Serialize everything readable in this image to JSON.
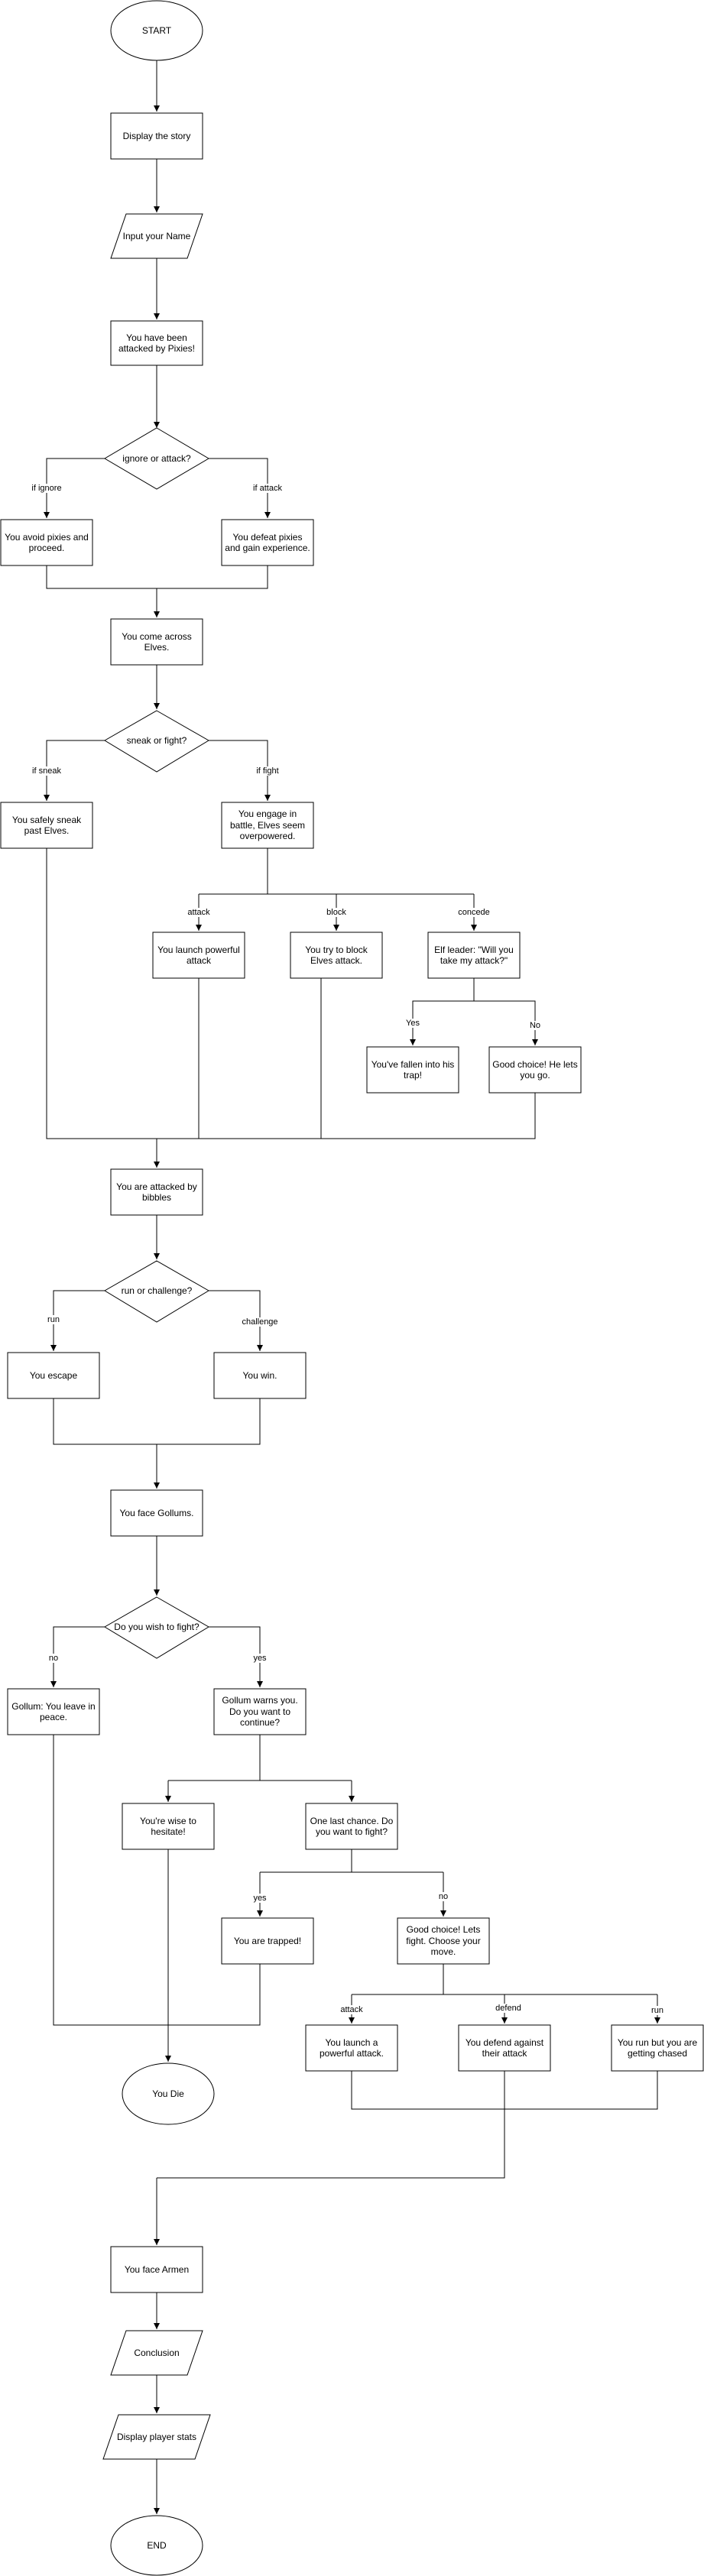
{
  "nodes": {
    "start": "START",
    "display_story": "Display the story",
    "input_name": "Input your Name",
    "pixies": "You have been attacked by Pixies!",
    "ignore_or_attack": "ignore or attack?",
    "avoid_pixies": "You avoid pixies and proceed.",
    "defeat_pixies": "You defeat pixies and gain experience.",
    "come_across_elves": "You come across Elves.",
    "sneak_or_fight": "sneak or fight?",
    "sneak_past": "You safely sneak past Elves.",
    "engage_battle": "You engage in battle, Elves seem overpowered.",
    "launch_powerful": "You launch powerful attack",
    "block_elves": "You try to block Elves attack.",
    "elf_leader": "Elf leader: \"Will you take my attack?\"",
    "fallen_trap": "You've fallen into his trap!",
    "good_choice_go": "Good choice! He lets you go.",
    "bibbles": "You are attacked by bibbles",
    "run_or_challenge": "run or challenge?",
    "escape": "You escape",
    "win": "You win.",
    "face_gollum": "You face Gollums.",
    "wish_fight": "Do you wish to fight?",
    "gollum_peace": "Gollum: You leave in peace.",
    "gollum_warns": "Gollum warns you. Do you want to continue?",
    "wise_hesitate": "You're wise to hesitate!",
    "last_chance": "One last chance. Do you want to fight?",
    "trapped": "You are trapped!",
    "good_choice_fight": "Good choice! Lets fight. Choose your move.",
    "launch_attack": "You launch a powerful attack.",
    "defend_attack": "You defend against their attack",
    "run_chased": "You run but you are getting chased",
    "you_die": "You Die",
    "face_armen": "You face Armen",
    "conclusion": "Conclusion",
    "display_stats": "Display player stats",
    "end": "END"
  },
  "edge_labels": {
    "if_ignore": "if ignore",
    "if_attack": "if attack",
    "if_sneak": "if sneak",
    "if_fight": "if fight",
    "attack1": "attack",
    "block": "block",
    "concede": "concede",
    "yes1": "Yes",
    "no1": "No",
    "run": "run",
    "challenge": "challenge",
    "no2": "no",
    "yes2": "yes",
    "yes3": "yes",
    "no3": "no",
    "attack2": "attack",
    "defend": "defend",
    "run2": "run"
  }
}
